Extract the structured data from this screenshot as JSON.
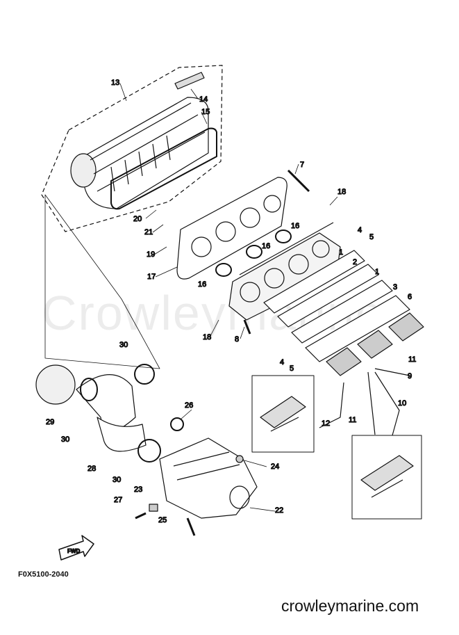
{
  "watermark": "Crowleymarine",
  "diagram_code": "F0X5100-2040",
  "website": "crowleymarine.com",
  "fwd_label": "FWD",
  "callouts": [
    "13",
    "14",
    "15",
    "7",
    "18",
    "20",
    "21",
    "19",
    "17",
    "16",
    "16",
    "16",
    "1",
    "4",
    "5",
    "2",
    "1",
    "3",
    "6",
    "18",
    "8",
    "4",
    "5",
    "11",
    "9",
    "10",
    "11",
    "12",
    "30",
    "29",
    "30",
    "28",
    "26",
    "24",
    "30",
    "23",
    "27",
    "25",
    "22"
  ]
}
